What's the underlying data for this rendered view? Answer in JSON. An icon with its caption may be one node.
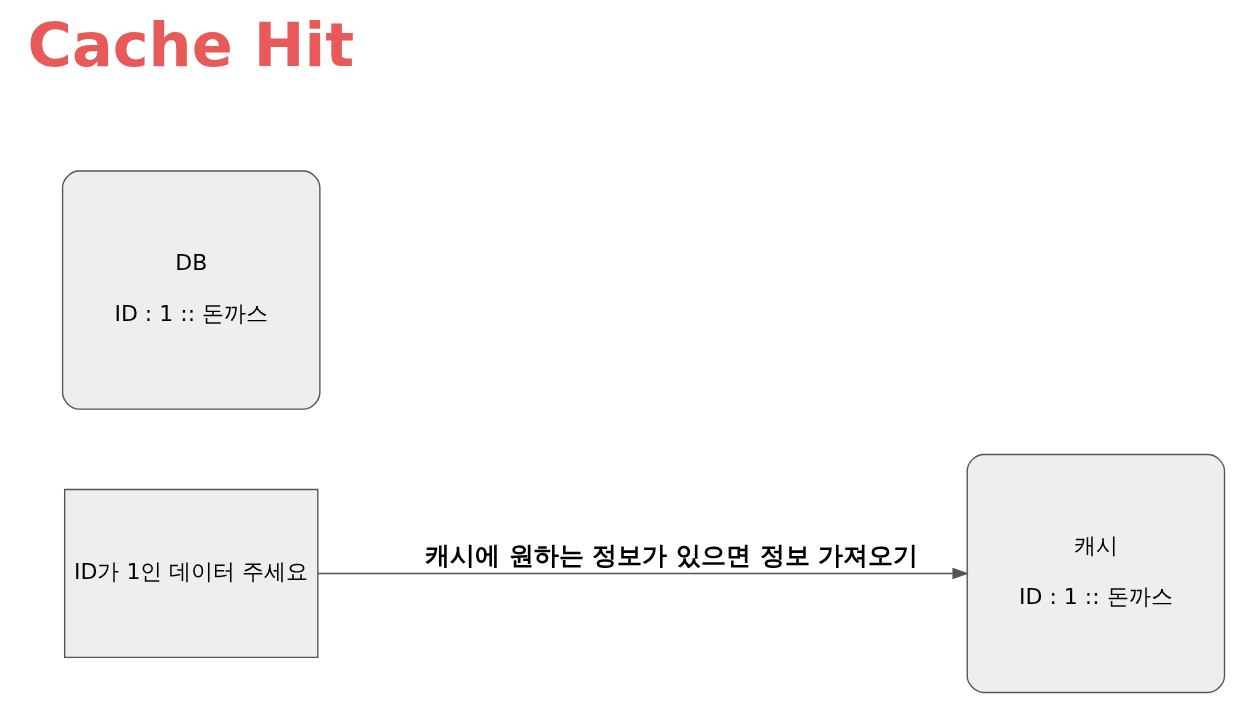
{
  "diagram": {
    "nodes": [
      {
        "text": [
          "캐시",
          "ID : 1 :: 돈까스"
        ]
      },
      {
        "text": [
          "ID가 1인 데이터 주세요"
        ]
      },
      {
        "text": [
          "DB",
          "ID : 1 :: 돈까스"
        ]
      }
    ],
    "edges": [
      {
        "from": 1,
        "to": 0,
        "arrow": "to",
        "label": "캐시에 원하는 정보가 있으면 정보 가져오기"
      }
    ],
    "labels": [
      "Cache Hit"
    ]
  }
}
